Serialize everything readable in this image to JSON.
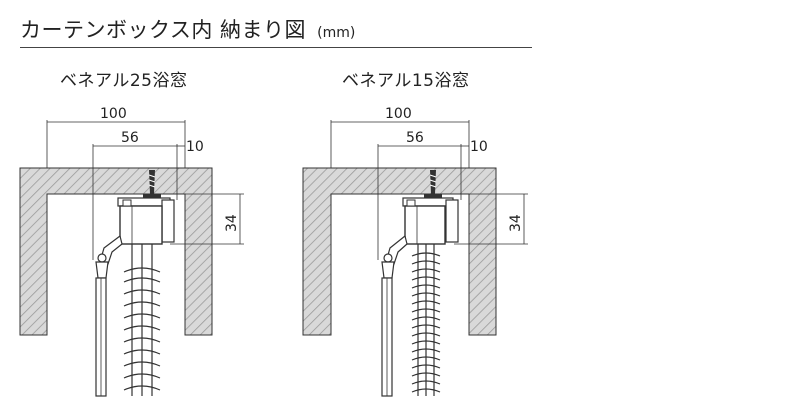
{
  "title": "カーテンボックス内 納まり図",
  "unit": "(mm)",
  "diagrams": [
    {
      "label": "ベネアル25浴窓",
      "dims": {
        "total_width": "100",
        "rail_offset": "56",
        "depth": "10",
        "height": "34"
      }
    },
    {
      "label": "ベネアル15浴窓",
      "dims": {
        "total_width": "100",
        "rail_offset": "56",
        "depth": "10",
        "height": "34"
      }
    }
  ],
  "colors": {
    "wall_fill": "#d9d9d9",
    "line": "#333333"
  }
}
